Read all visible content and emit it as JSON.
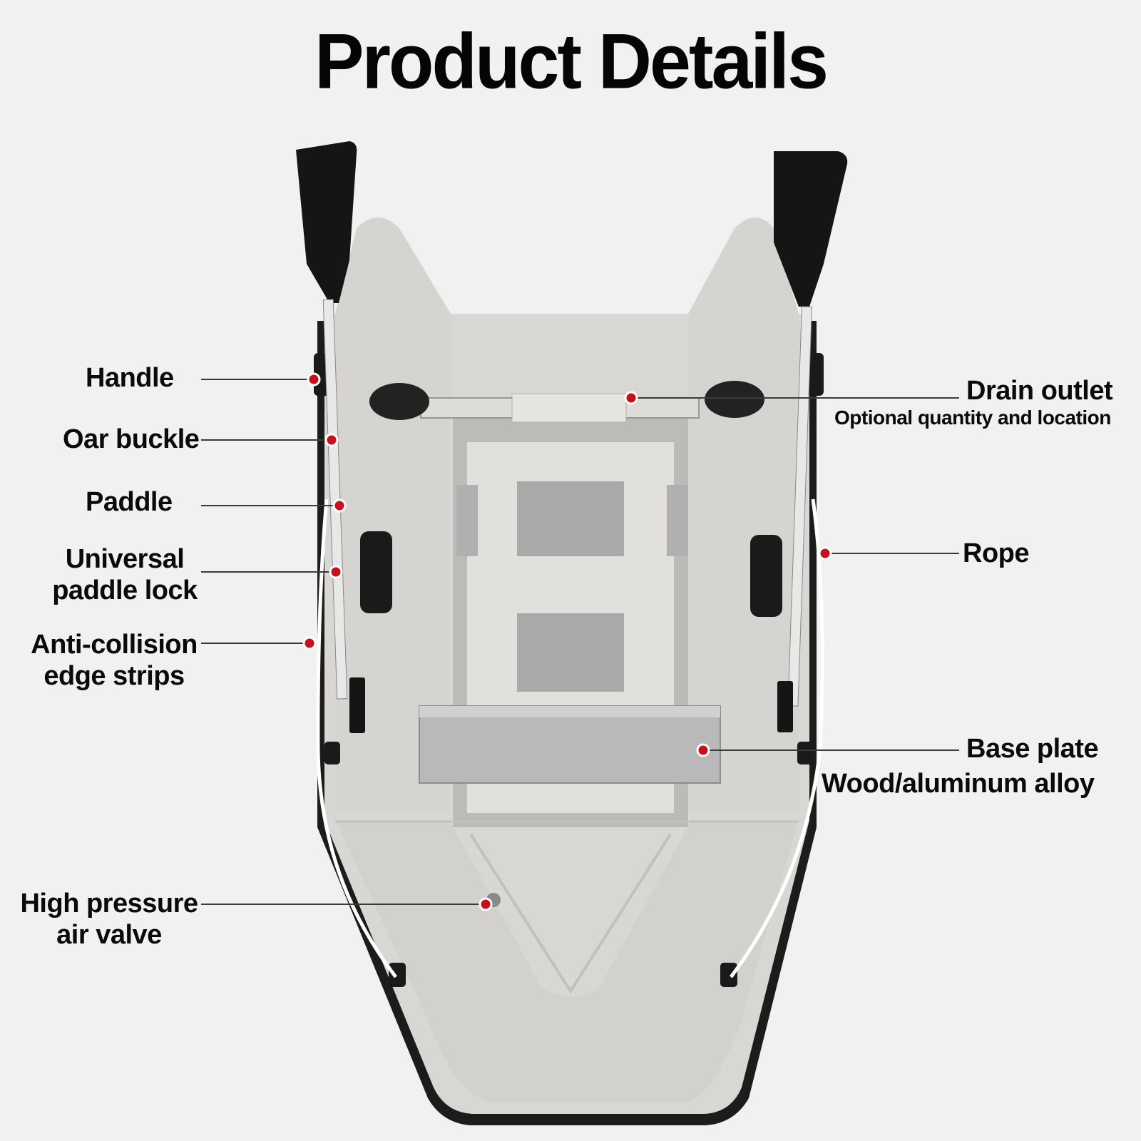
{
  "header": {
    "title": "Product Details"
  },
  "callouts": {
    "handle": {
      "label": "Handle"
    },
    "oar_buckle": {
      "label": "Oar buckle"
    },
    "paddle": {
      "label": "Paddle"
    },
    "paddle_lock": {
      "line1": "Universal",
      "line2": "paddle lock"
    },
    "edge_strips": {
      "line1": "Anti-collision",
      "line2": "edge strips"
    },
    "air_valve": {
      "line1": "High pressure",
      "line2": "air valve"
    },
    "drain_outlet": {
      "label": "Drain outlet",
      "note": "Optional quantity and location"
    },
    "rope": {
      "label": "Rope"
    },
    "base_plate": {
      "label": "Base plate",
      "note": "Wood/aluminum alloy"
    }
  },
  "colors": {
    "background": "#f1f1f1",
    "hull": "#dcdad6",
    "marker": "#c8101c",
    "text": "#0a0a0a"
  },
  "icons": [
    "oar-icon",
    "callout-marker-icon"
  ]
}
